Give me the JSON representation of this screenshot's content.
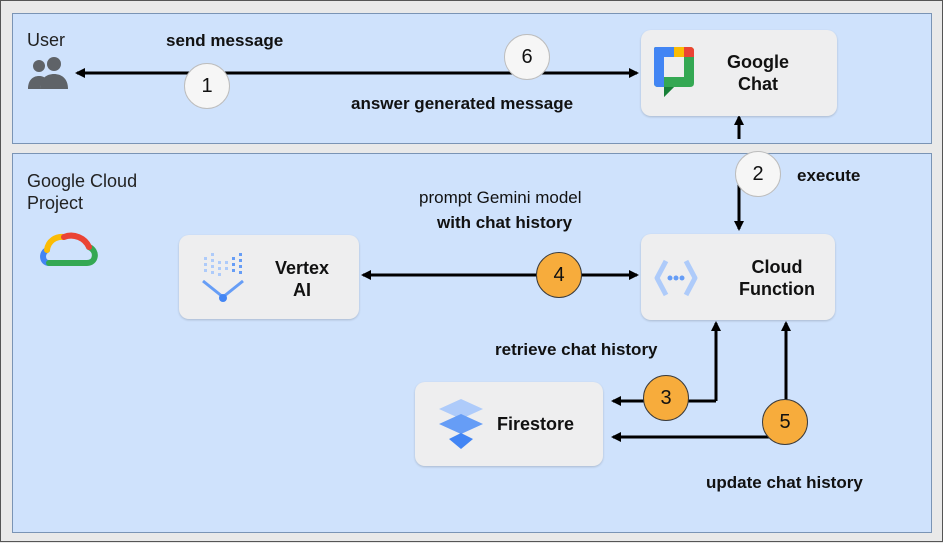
{
  "zones": {
    "user_title": "User",
    "cloud_title": "Google Cloud\nProject"
  },
  "nodes": {
    "google_chat": "Google\nChat",
    "cloud_function": "Cloud\nFunction",
    "vertex_ai": "Vertex\nAI",
    "firestore": "Firestore"
  },
  "steps": [
    {
      "number": "1",
      "label": "send message"
    },
    {
      "number": "2",
      "label": "execute"
    },
    {
      "number": "3",
      "label": "retrieve chat history"
    },
    {
      "number": "4",
      "label_line1": "prompt Gemini model",
      "label_line2": "with chat history"
    },
    {
      "number": "5",
      "label": "update chat history"
    },
    {
      "number": "6",
      "label": "answer generated message"
    }
  ],
  "icons": [
    "users-icon",
    "google-chat-icon",
    "google-cloud-icon",
    "vertex-ai-icon",
    "cloud-function-icon",
    "firestore-icon"
  ],
  "colors": {
    "zone_fill": "#cfe2fc",
    "card_fill": "#eeeeef",
    "badge_orange": "#f7ac3c",
    "badge_white": "#f6f6f6",
    "arrow": "#000000"
  }
}
